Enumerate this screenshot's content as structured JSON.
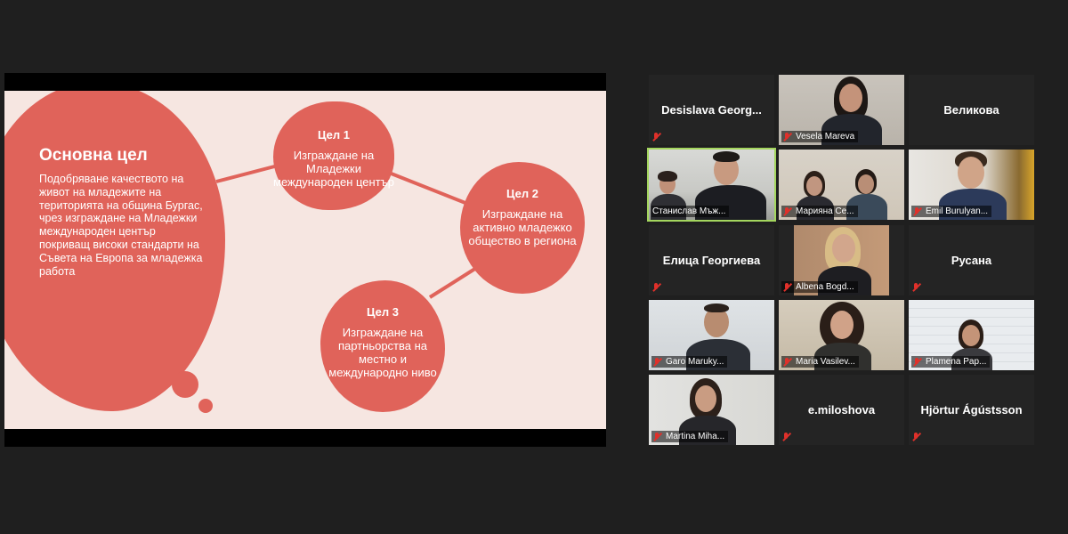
{
  "slide": {
    "main_title": "Основна цел",
    "main_text": "Подобряване качеството на живот на младежите на територията на община Бургас, чрез изграждане на Младежки международен център покриващ високи стандарти на Съвета на Европа за младежка работа",
    "goals": [
      {
        "title": "Цел 1",
        "text": "Изграждане на Младежки международен център"
      },
      {
        "title": "Цел 2",
        "text": "Изграждане на активно младежко общество в региона"
      },
      {
        "title": "Цел 3",
        "text": "Изграждане на партньорства на местно и международно ниво"
      }
    ]
  },
  "participants": [
    {
      "name": "Desislava  Georg...",
      "video": false
    },
    {
      "name": "Vesela Mareva",
      "video": true
    },
    {
      "name": "Великова",
      "video": false
    },
    {
      "name": "Станислав Мъж...",
      "video": true,
      "active": true
    },
    {
      "name": "Марияна Се...",
      "video": true
    },
    {
      "name": "Emil Burulyan...",
      "video": true
    },
    {
      "name": "Елица Георгиева",
      "video": false
    },
    {
      "name": "Albena Bogd...",
      "video": true
    },
    {
      "name": "Русана",
      "video": false
    },
    {
      "name": "Garo Maruky...",
      "video": true
    },
    {
      "name": "Maria Vasilev...",
      "video": true
    },
    {
      "name": "Plamena Pap...",
      "video": true
    },
    {
      "name": "Martina Miha...",
      "video": true
    },
    {
      "name": "e.miloshova",
      "video": false
    },
    {
      "name": "Hjörtur Ágústsson",
      "video": false
    }
  ],
  "icons": {
    "tile_status": "muted-mic-icon"
  },
  "colors": {
    "slide_accent": "#e0635a",
    "active_speaker": "#a4d65e",
    "muted": "#e0302a"
  }
}
